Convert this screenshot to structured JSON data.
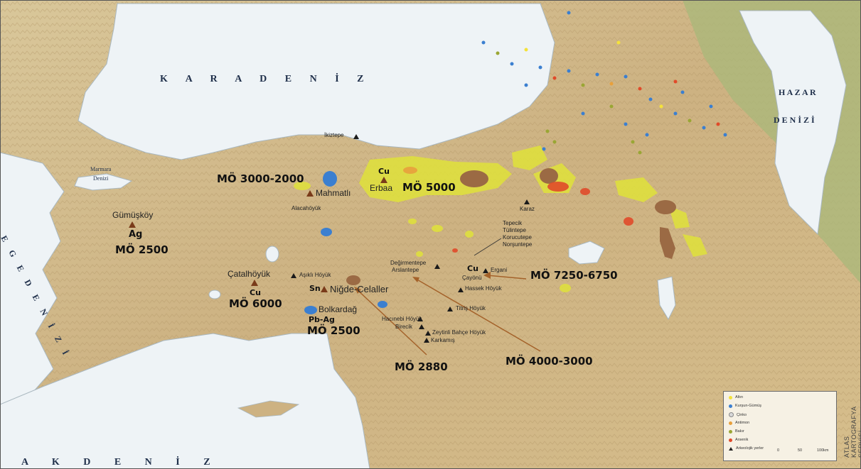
{
  "seas": {
    "karadeniz": "K A R A D E N İ Z",
    "hazar_line1": "H A Z A R",
    "hazar_line2": "D E N İ Z İ",
    "ege": "E G E  D E N İ Z İ",
    "akdeniz": "A K D E N İ Z",
    "marmara_line1": "Marmara",
    "marmara_line2": "Denizi"
  },
  "annotations": {
    "mo_3000_2000": "MÖ 3000-2000",
    "mo_5000": "MÖ 5000",
    "mo_2500_west": "MÖ 2500",
    "mo_6000": "MÖ 6000",
    "mo_2500_south": "MÖ 2500",
    "mo_7250_6750": "MÖ 7250-6750",
    "mo_2880": "MÖ 2880",
    "mo_4000_3000": "MÖ 4000-3000"
  },
  "places": {
    "gumuskoy": "Gümüşköy",
    "ag": "Ag",
    "mahmatli": "Mahmatlı",
    "alacahoyuk": "Alacahöyük",
    "ikiztepe": "İkiztepe",
    "cu_erbaa": "Cu",
    "erbaa": "Erbaa",
    "karaz": "Karaz",
    "catalhoyuk": "Çatalhöyük",
    "cu_catal": "Cu",
    "asikli": "Aşıklı Höyük",
    "sn": "Sn",
    "nigde": "Niğde-Celaller",
    "bolkardag": "Bolkardağ",
    "pbag": "Pb-Ag",
    "tepecik_group": "Tepecik\nTülintepe\nKorucutepe\nNorşuntepe",
    "degirmentepe": "Değirmentepe",
    "arslantepe": "Arslantepe",
    "cu_cayonu": "Cu",
    "ergani": "Ergani",
    "cayonu": "Çayönü",
    "hassek": "Hassek Höyük",
    "titris": "Titriş Höyük",
    "hacinebi": "Hacınebi Höyük",
    "birecik": "Birecik",
    "zeytinli": "Zeytinli Bahçe Höyük",
    "karkamis": "Karkamış"
  },
  "legend": {
    "items": [
      {
        "label": "Altın",
        "color": "#f4e23a"
      },
      {
        "label": "Kurşun-Gümüş",
        "color": "#3b7fd0"
      },
      {
        "label": "Çinko",
        "color": "#d9d9d9"
      },
      {
        "label": "Antimon",
        "color": "#e8a03c"
      },
      {
        "label": "Bakır",
        "color": "#9aa634"
      },
      {
        "label": "Arsenik",
        "color": "#e04a2a"
      },
      {
        "label": "Arkeolojik yerler",
        "color": "#222222"
      }
    ],
    "scale": [
      "0",
      "50",
      "100km"
    ]
  },
  "credit": "ATLAS KARTOGRAFYA SERVİSİ"
}
